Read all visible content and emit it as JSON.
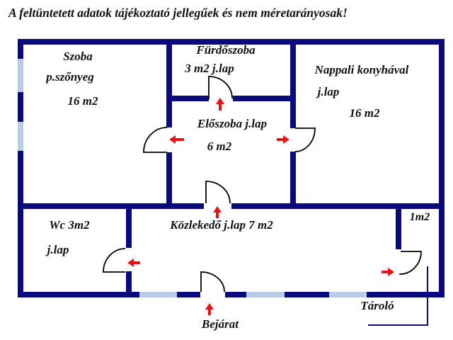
{
  "disclaimer": "A feltüntetett adatok tájékoztató jellegűek és nem méretarányosak!",
  "colors": {
    "wall": "#0a0a7e",
    "window": "#b8cce8",
    "arrow": "#e51414",
    "door_line": "#000000",
    "text": "#111111"
  },
  "rooms": {
    "szoba": {
      "name": "Szoba",
      "floor": "p.szőnyeg",
      "area": "16 m2"
    },
    "furdoszoba": {
      "name": "Fürdőszoba",
      "area": "3 m2 j.lap"
    },
    "eloszoba": {
      "name": "Előszoba j.lap",
      "area": "6 m2"
    },
    "nappali": {
      "name": "Nappali konyhával",
      "floor": "j.lap",
      "area": "16 m2"
    },
    "wc": {
      "name": "Wc 3m2",
      "floor": "j.lap"
    },
    "kozlekedo": {
      "name": "Közlekedő j.lap 7 m2"
    },
    "tarolo": {
      "name": "Tároló",
      "area": "1m2"
    },
    "bejarat": {
      "name": "Bejárat"
    }
  },
  "icons": {
    "szoba_door_arrow": "red-arrow-left",
    "furdoszoba_door_arrow": "red-arrow-up",
    "nappali_door_arrow": "red-arrow-right",
    "eloszoba_door_arrow": "red-arrow-up",
    "wc_door_arrow": "red-arrow-left",
    "tarolo_door_arrow": "red-arrow-right",
    "bejarat_door_arrow": "red-arrow-up"
  }
}
